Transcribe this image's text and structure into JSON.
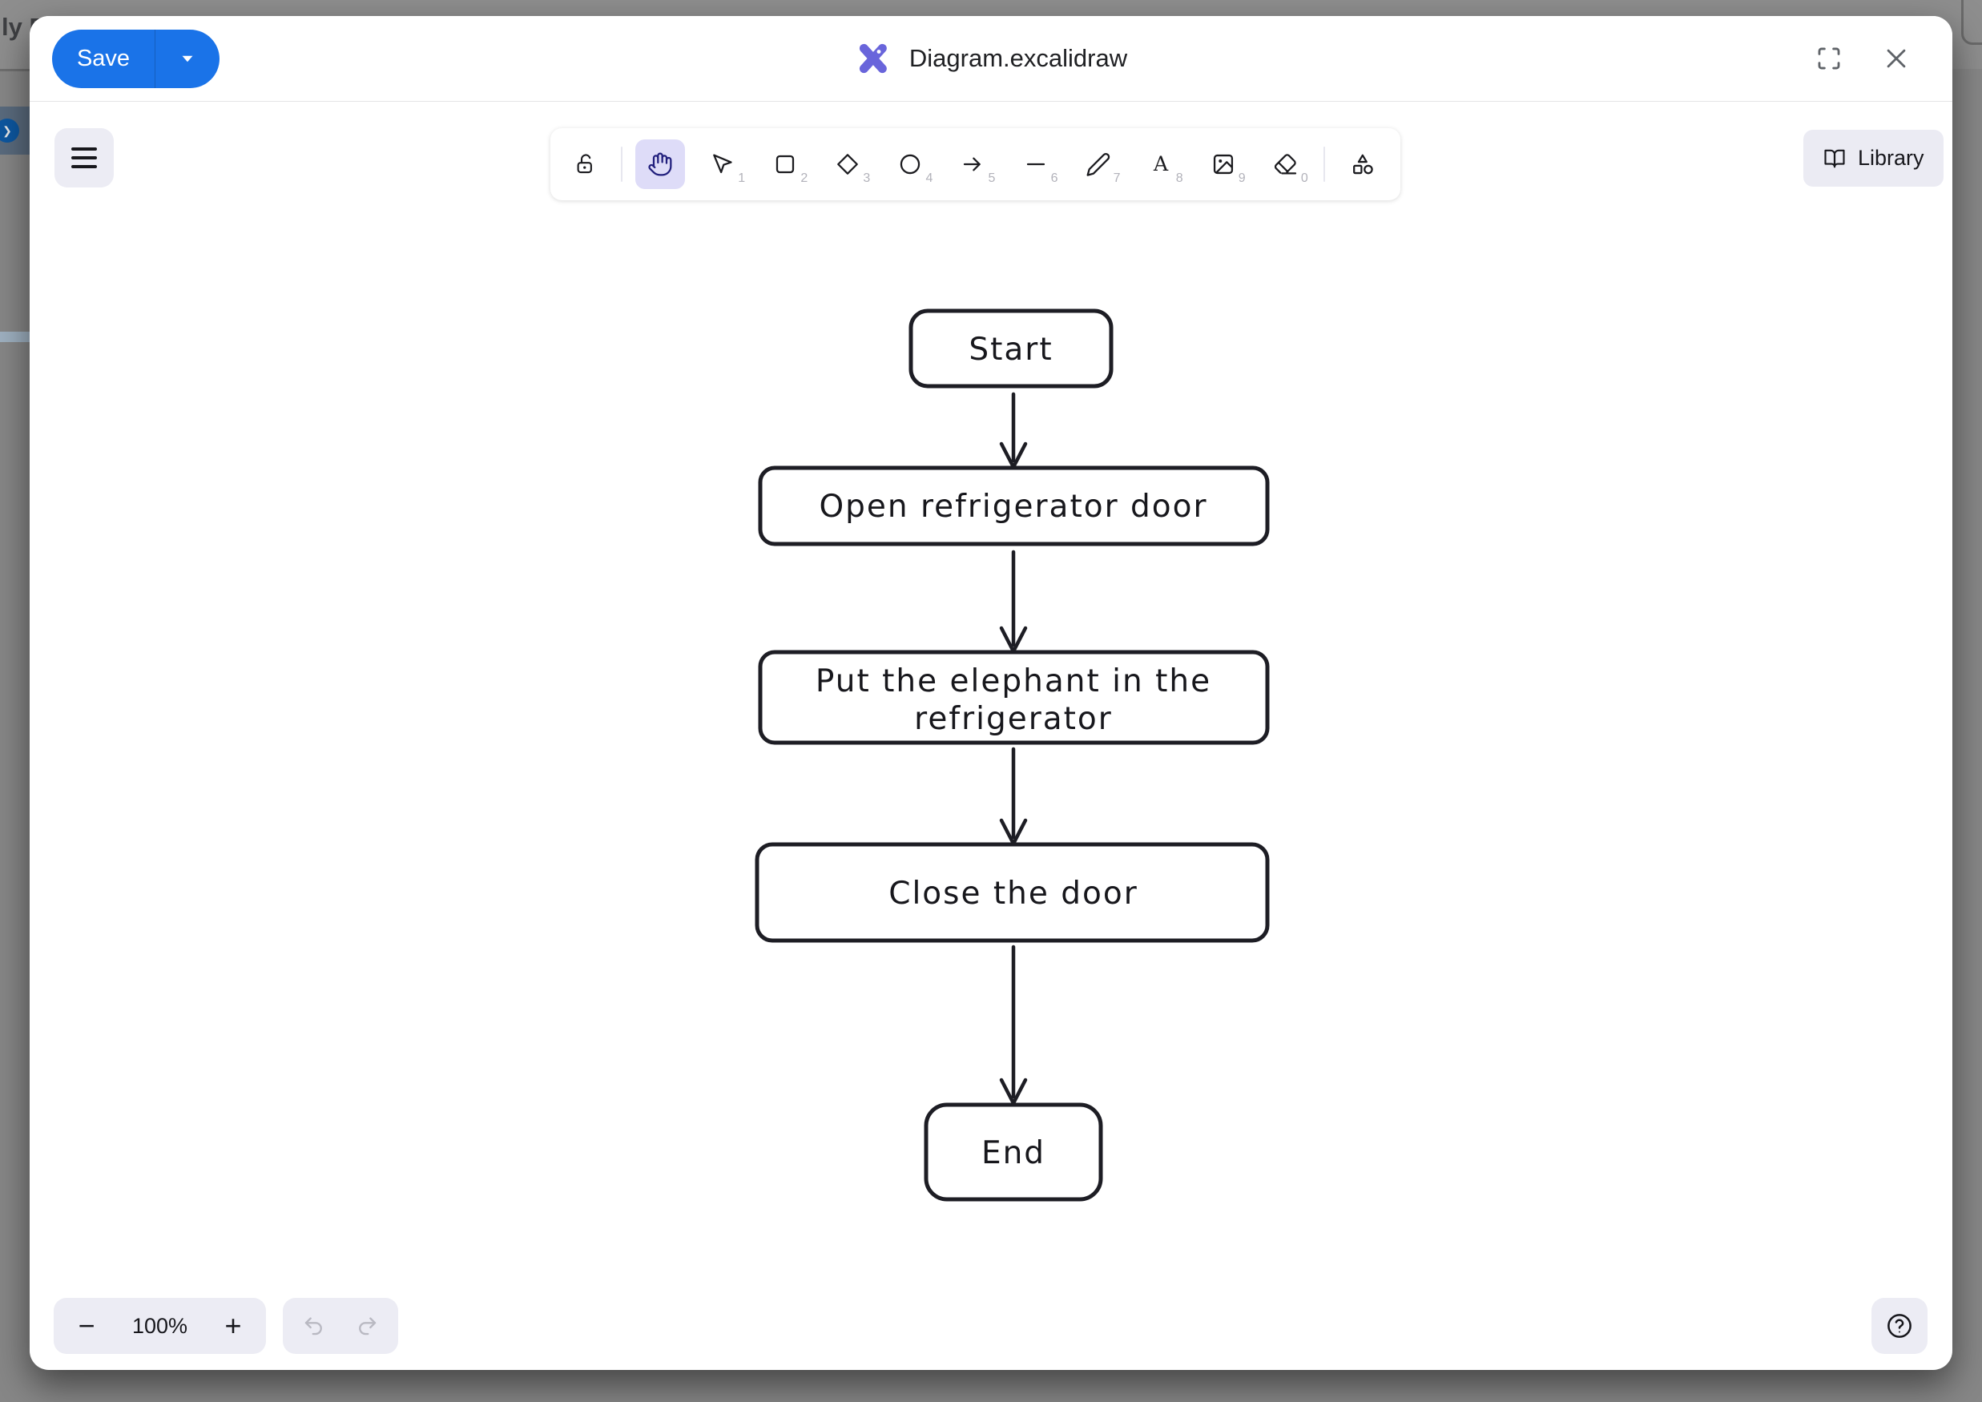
{
  "backdrop": {
    "partial_text": "ly F"
  },
  "header": {
    "save_label": "Save",
    "title": "Diagram.excalidraw"
  },
  "toolbar": {
    "tools": [
      {
        "name": "lock",
        "shortcut": ""
      },
      {
        "name": "hand",
        "shortcut": "",
        "selected": true
      },
      {
        "name": "selection",
        "shortcut": "1"
      },
      {
        "name": "rectangle",
        "shortcut": "2"
      },
      {
        "name": "diamond",
        "shortcut": "3"
      },
      {
        "name": "ellipse",
        "shortcut": "4"
      },
      {
        "name": "arrow",
        "shortcut": "5"
      },
      {
        "name": "line",
        "shortcut": "6"
      },
      {
        "name": "draw",
        "shortcut": "7"
      },
      {
        "name": "text",
        "shortcut": "8"
      },
      {
        "name": "image",
        "shortcut": "9"
      },
      {
        "name": "eraser",
        "shortcut": "0"
      },
      {
        "name": "shapes",
        "shortcut": ""
      }
    ],
    "library_label": "Library"
  },
  "flowchart": {
    "nodes": [
      {
        "label": "Start"
      },
      {
        "label": "Open refrigerator door"
      },
      {
        "label": "Put the elephant in the refrigerator",
        "line1": "Put the elephant in the",
        "line2": "refrigerator"
      },
      {
        "label": "Close the door"
      },
      {
        "label": "End"
      }
    ]
  },
  "footer": {
    "zoom_level": "100%"
  },
  "icons": {
    "text_tool": "A",
    "minus": "−",
    "plus": "+",
    "chevron": "❯"
  },
  "colors": {
    "accent_blue": "#1a73e8",
    "excalidraw_purple": "#6965db",
    "selected_tool_bg": "#dedcf8",
    "canvas_stroke": "#1d1d24",
    "island_bg": "#ececf4"
  }
}
